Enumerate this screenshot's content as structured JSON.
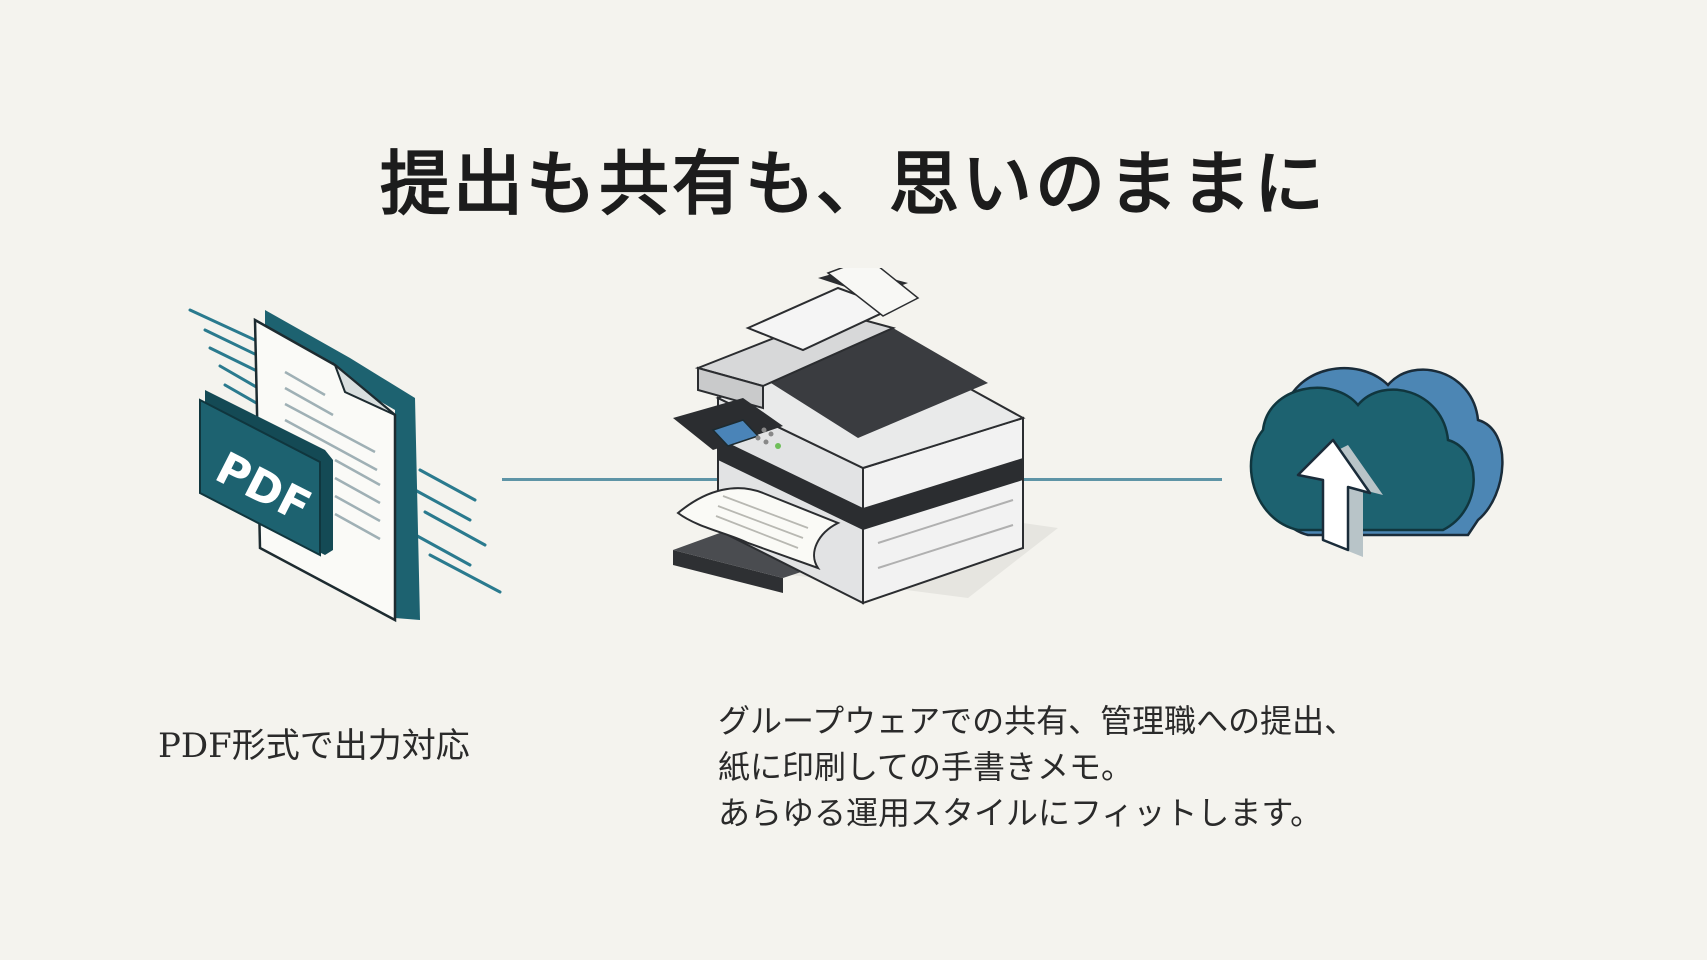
{
  "title": "提出も共有も、思いのままに",
  "pdf_icon": {
    "label": "PDF",
    "icon": "pdf-document-icon"
  },
  "printer_icon": {
    "icon": "multifunction-printer-icon"
  },
  "cloud_icon": {
    "icon": "cloud-upload-icon"
  },
  "captions": {
    "pdf": "PDF形式で出力対応",
    "description": [
      " グループウェアでの共有、管理職への提出、",
      "紙に印刷しての手書きメモ。",
      "あらゆる運用スタイルにフィットします。"
    ]
  },
  "colors": {
    "teal": "#1d6270",
    "teal_dark": "#144a55",
    "blue": "#4c86b4",
    "line": "#5e94a6",
    "background": "#f4f3ee"
  }
}
